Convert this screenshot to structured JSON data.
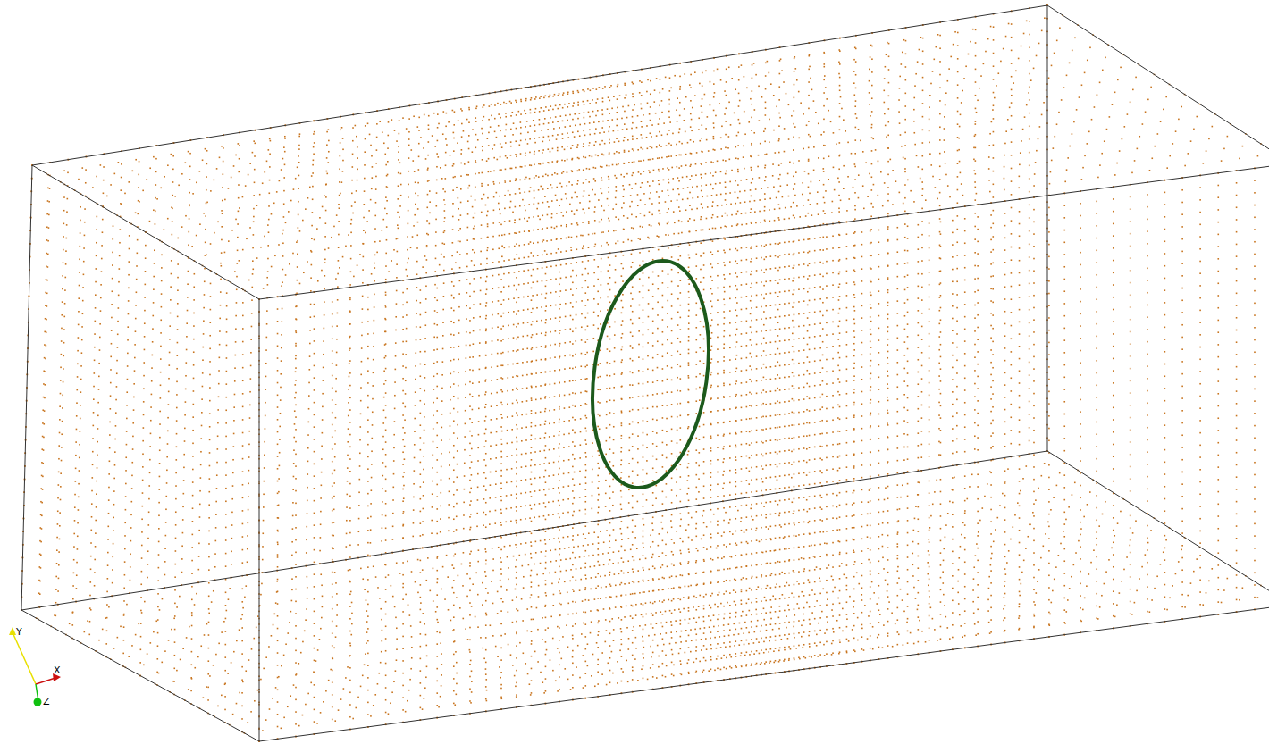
{
  "diagram": {
    "labels": [
      "Y",
      "X",
      "Z"
    ]
  }
}
